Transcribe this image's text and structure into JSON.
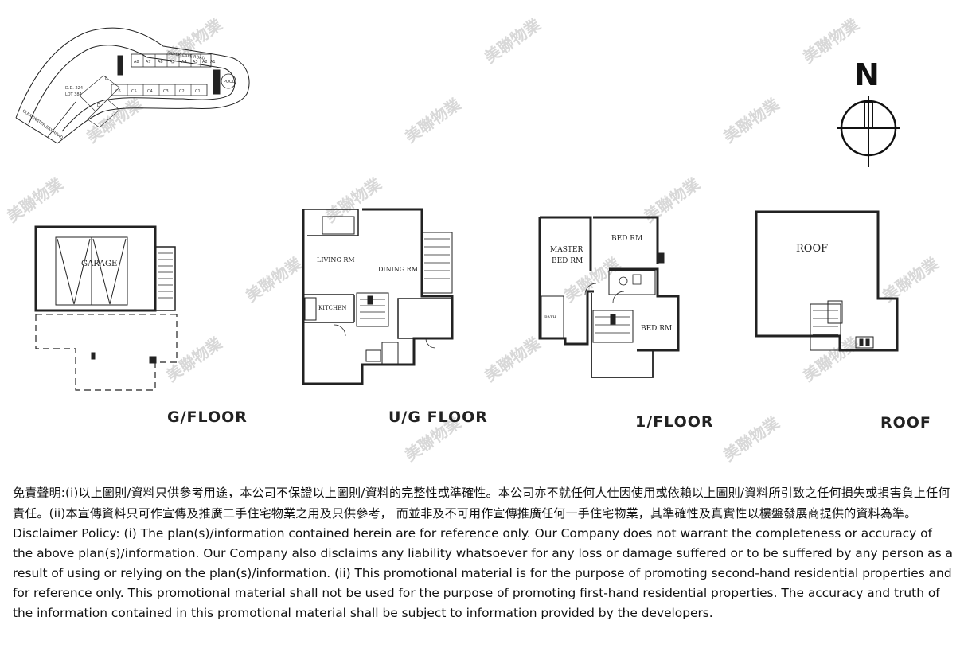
{
  "site_plan": {
    "road_top": "SILVER CAPE ROAD",
    "road_left": "CLEARWATER BAY ROAD",
    "lot_line1": "D.D. 224",
    "lot_line2": "LOT 384",
    "pool": "POOL",
    "unit_codes": [
      "A8",
      "A7",
      "A6",
      "A5",
      "A4",
      "A3",
      "A2",
      "A1",
      "B",
      "C6",
      "C5",
      "C4",
      "C3",
      "C2",
      "C1",
      "D"
    ]
  },
  "compass": {
    "north": "N"
  },
  "floors": [
    {
      "label": "G/FLOOR",
      "rooms": [
        "GARAGE"
      ]
    },
    {
      "label": "U/G FLOOR",
      "rooms": [
        "LIVING RM",
        "DINING RM",
        "KITCHEN"
      ]
    },
    {
      "label": "1/FLOOR",
      "rooms": [
        "MASTER",
        "BED RM",
        "BED RM",
        "BED RM",
        "BATH"
      ]
    },
    {
      "label": "ROOF",
      "rooms": [
        "ROOF"
      ]
    }
  ],
  "watermark": "美聯物業",
  "disclaimer": {
    "zh": "免責聲明:(i)以上圖則/資料只供參考用途，本公司不保證以上圖則/資料的完整性或準確性。本公司亦不就任何人仕因使用或依賴以上圖則/資料所引致之任何損失或損害負上任何責任。(ii)本宣傳資料只可作宣傳及推廣二手住宅物業之用及只供參考， 而並非及不可用作宣傳推廣任何一手住宅物業，其準確性及真實性以樓盤發展商提供的資料為準。",
    "en": "Disclaimer Policy: (i) The plan(s)/information contained herein are for reference only. Our Company does not warrant the completeness or accuracy of the above plan(s)/information. Our Company also disclaims any liability whatsoever for any loss or damage suffered or to be suffered by any person as a result of using or relying on the plan(s)/information. (ii) This promotional material is for the purpose of promoting second-hand residential properties and for reference only. This promotional material shall not be used for the purpose of promoting first-hand residential properties. The accuracy and truth of the information contained in this promotional material shall be subject to information provided by the developers."
  }
}
